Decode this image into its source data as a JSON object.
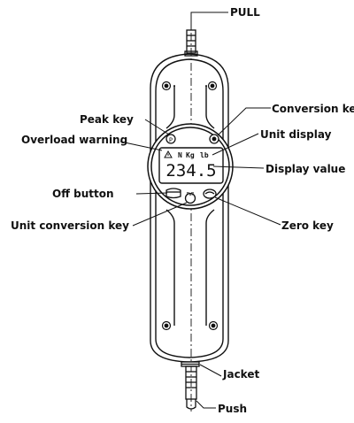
{
  "labels": {
    "pull": "PULL",
    "peak_key": "Peak key",
    "overload_warning": "Overload warning",
    "off_button": "Off button",
    "unit_conversion_key": "Unit conversion key",
    "conversion_key": "Conversion key",
    "unit_display": "Unit display",
    "display_value": "Display value",
    "zero_key": "Zero key",
    "jacket": "Jacket",
    "push": "Push"
  },
  "display": {
    "value": "234.5",
    "units": [
      "N",
      "Kg",
      "lb"
    ],
    "peak_marker": "P",
    "center_button_label": "PWR"
  },
  "icons": [
    "overload-warning-icon",
    "peak-key-button",
    "conversion-key-button",
    "off-button",
    "zero-key-button"
  ]
}
